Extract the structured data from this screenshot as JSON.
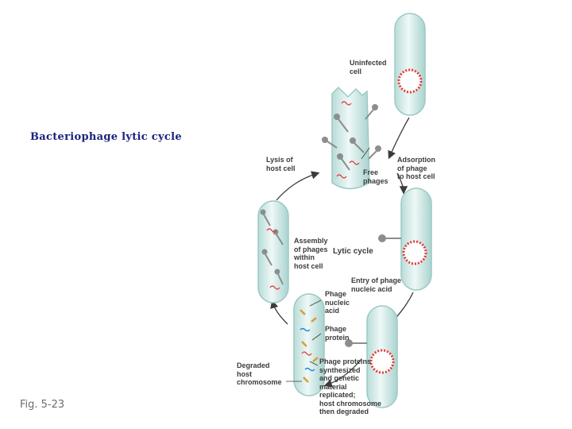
{
  "slide": {
    "title": "Bacteriophage lytic cycle",
    "figure_label": "Fig. 5-23"
  },
  "diagram": {
    "labels": {
      "uninfected_cell": "Uninfected\ncell",
      "adsorption": "Adsorption\nof phage\nto host cell",
      "lysis": "Lysis of\nhost cell",
      "free_phages": "Free\nphages",
      "assembly": "Assembly\nof phages\nwithin\nhost cell",
      "lytic_cycle": "Lytic cycle",
      "entry": "Entry of phage\nnucleic acid",
      "phage_nucleic_acid": "Phage\nnucleic\nacid",
      "phage_protein": "Phage\nprotein",
      "degraded_chromosome": "Degraded\nhost\nchromosome",
      "synthesis": "Phage proteins\nsynthesized\nand genetic\nmaterial\nreplicated;\nhost chromosome\nthen degraded"
    },
    "colors": {
      "cell_fill": "#cfe9e6",
      "cell_edge": "#9cc9c4",
      "chromosome": "#e53935",
      "phage": "#8d8d8d",
      "arrow": "#3b3b3b",
      "title": "#1a237e"
    }
  }
}
